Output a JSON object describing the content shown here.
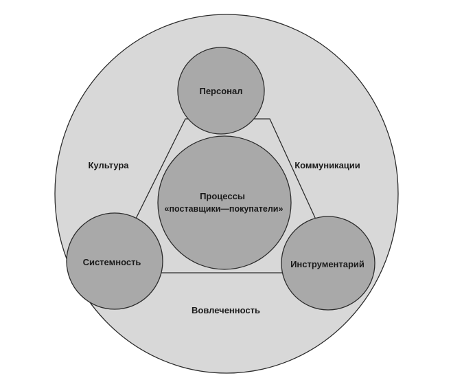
{
  "diagram": {
    "outer_label_culture": "Культура",
    "outer_label_communications": "Коммуникации",
    "outer_label_involvement": "Вовлеченность",
    "node_personnel": "Персонал",
    "node_systemic": "Системность",
    "node_tools": "Инструментарий",
    "center_line1": "Процессы",
    "center_line2": "«поставщики—покупатели»"
  },
  "colors": {
    "outer_fill": "#d8d8d8",
    "node_fill": "#a9a9a9",
    "stroke": "#2b2b2b"
  }
}
